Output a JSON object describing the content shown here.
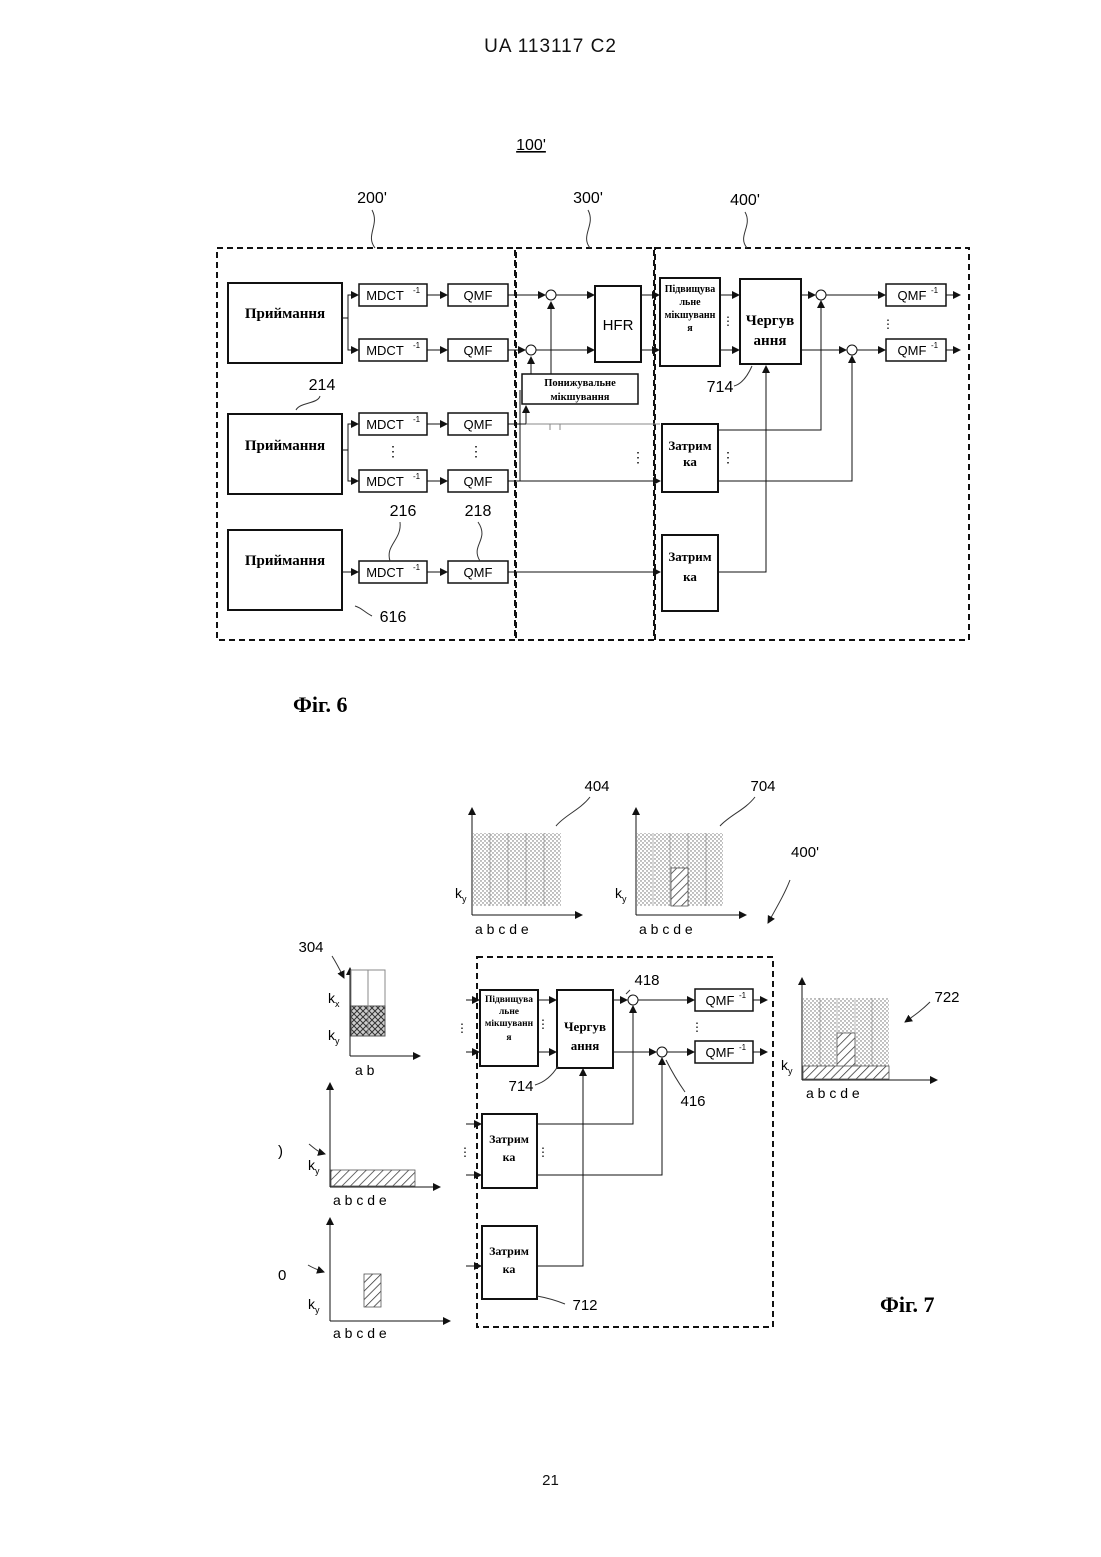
{
  "header": "UA   113117   C2",
  "page_number": "21",
  "fig6": {
    "caption": "Фіг. 6",
    "label_main": "100'",
    "label_200": "200'",
    "label_300": "300'",
    "label_400": "400'",
    "receive": "Приймання",
    "mdct": "MDCT",
    "qmf": "QMF",
    "inv_sup": "-1",
    "hfr": "HFR",
    "upmix": [
      "Підвищува",
      "льне",
      "мікшуванн",
      "я"
    ],
    "downmix": [
      "Понижувальне",
      "мікшування"
    ],
    "interleave": [
      "Чергув",
      "ання"
    ],
    "delay": [
      "Затрим",
      "ка"
    ],
    "ref_214": "214",
    "ref_216": "216",
    "ref_218": "218",
    "ref_616": "616",
    "ref_714": "714",
    "vdots": "⋮"
  },
  "fig7": {
    "caption": "Фіг. 7",
    "ref_404": "404",
    "ref_704": "704",
    "ref_400": "400'",
    "ref_304": "304",
    "ref_418": "418",
    "ref_416": "416",
    "ref_714": "714",
    "ref_712": "712",
    "ref_722": "722",
    "ref_partial_1": ")",
    "ref_partial_2": "0",
    "axis_ky": "k",
    "axis_kx": "k",
    "sub_y": "y",
    "sub_x": "x",
    "cols_abcde": "a b c d e",
    "cols_ab": "a  b",
    "qmf_inv": "QMF",
    "inv_sup": "-1",
    "upmix": [
      "Підвищува",
      "льне",
      "мікшуванн",
      "я"
    ],
    "interleave": [
      "Чергув",
      "ання"
    ],
    "delay": [
      "Затрим",
      "ка"
    ]
  }
}
